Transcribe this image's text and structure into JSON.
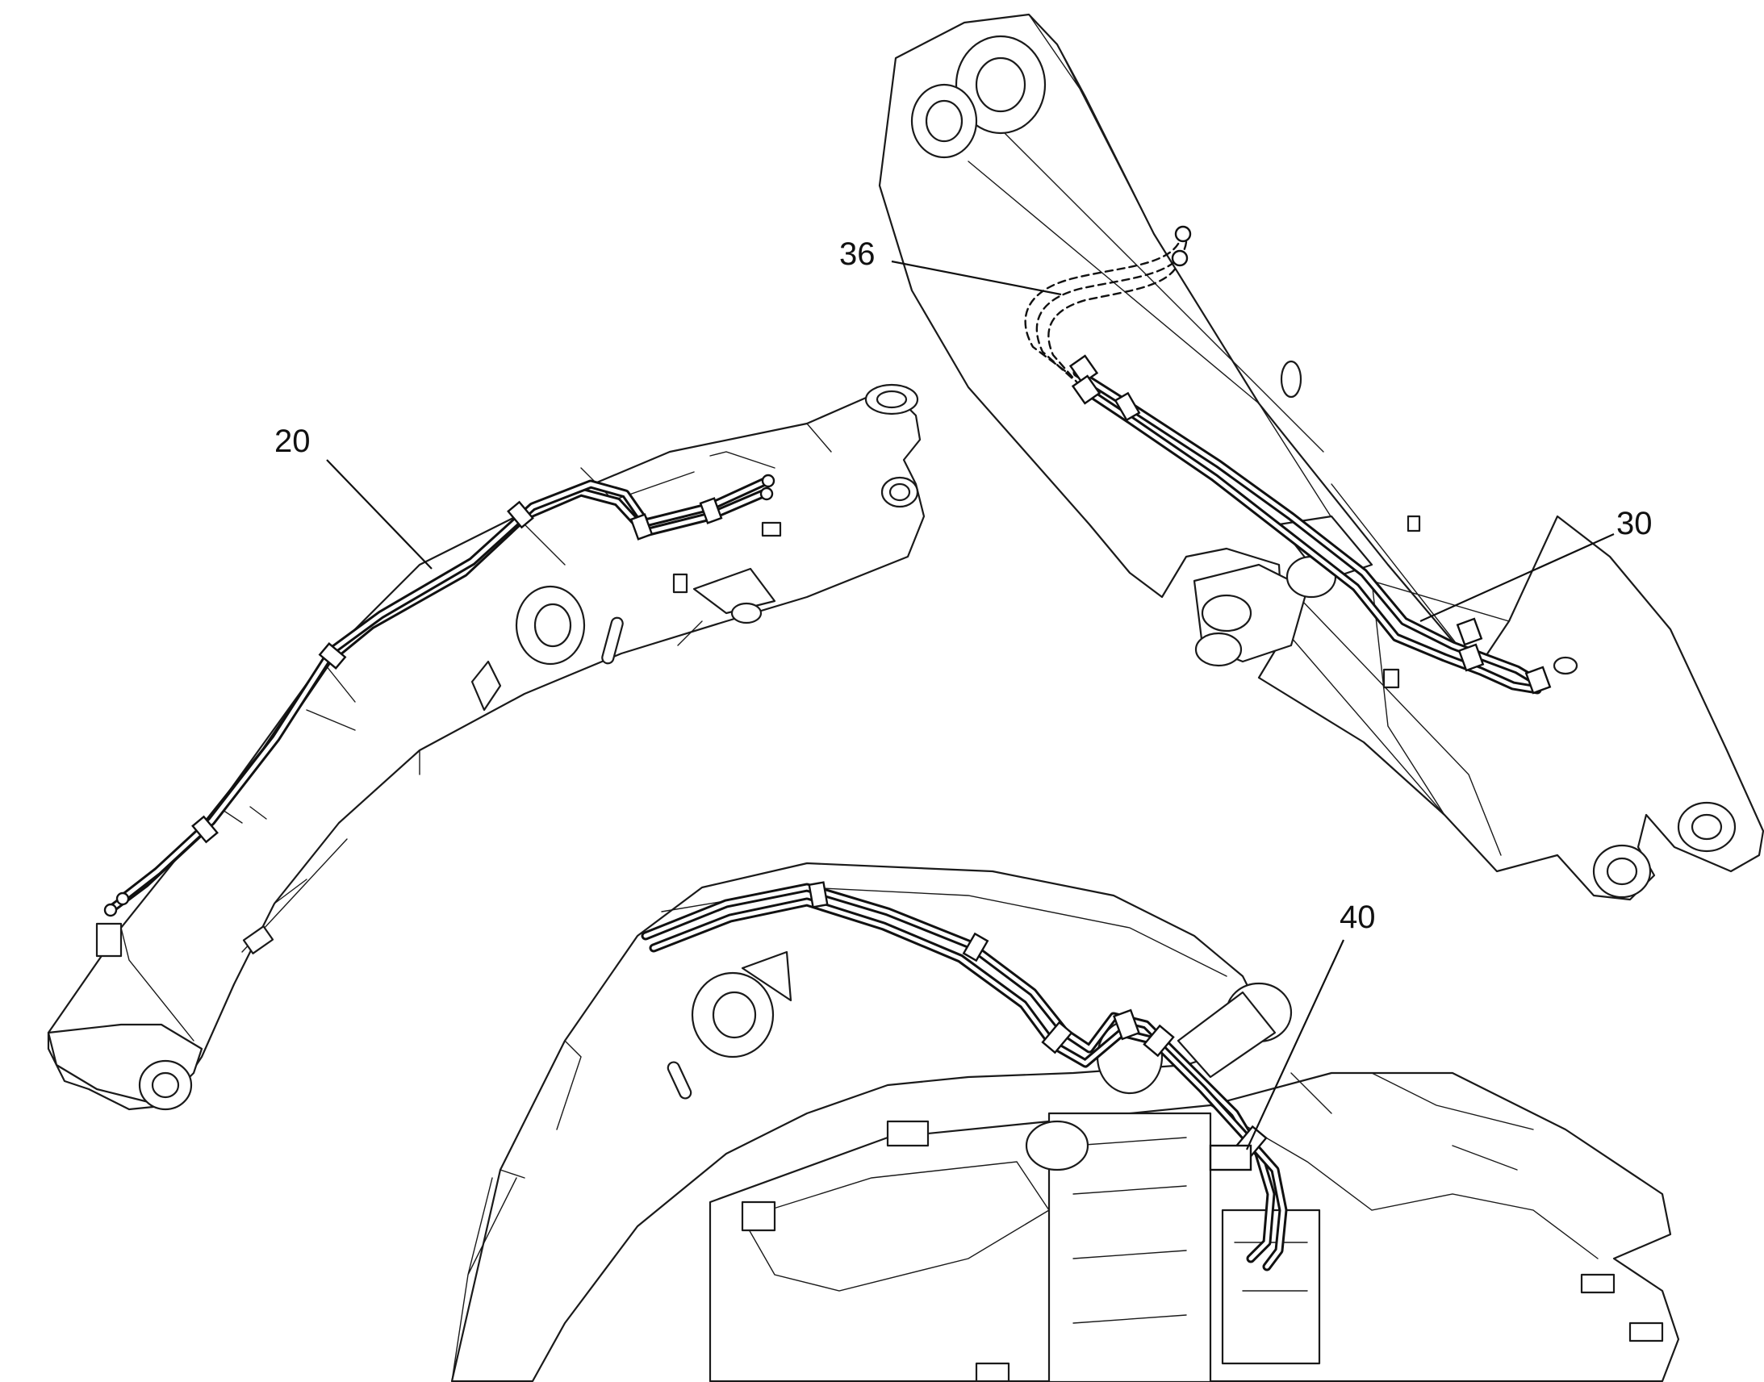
{
  "callouts": {
    "c20": "20",
    "c36": "36",
    "c30": "30",
    "c40": "40"
  },
  "colors": {
    "line": "#1a1a1a",
    "background": "#ffffff"
  }
}
